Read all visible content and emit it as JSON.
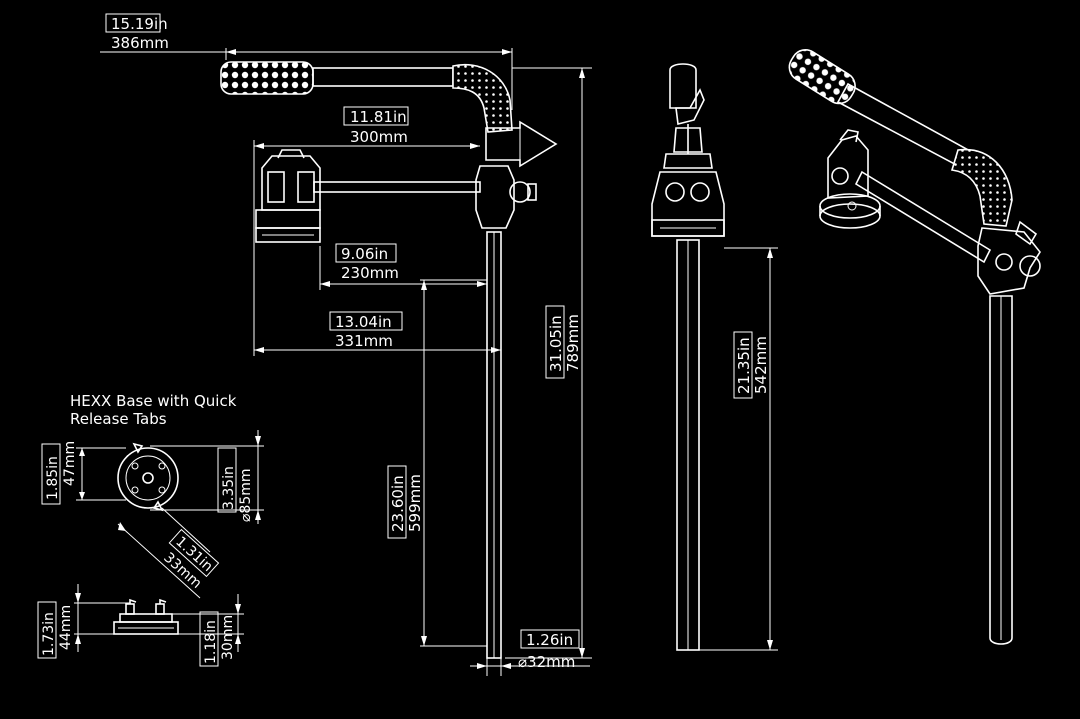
{
  "dimensions": {
    "overall_width": {
      "in": "15.19in",
      "mm": "386mm"
    },
    "head_reach": {
      "in": "11.81in",
      "mm": "300mm"
    },
    "base_to_pole": {
      "in": "9.06in",
      "mm": "230mm"
    },
    "base_width_total": {
      "in": "13.04in",
      "mm": "331mm"
    },
    "overall_height": {
      "in": "31.05in",
      "mm": "789mm"
    },
    "pole_length": {
      "in": "23.60in",
      "mm": "599mm"
    },
    "pole_diameter": {
      "in": "1.26in",
      "mm": "⌀32mm"
    },
    "front_pole_height": {
      "in": "21.35in",
      "mm": "542mm"
    }
  },
  "hexx_base": {
    "title_line1": "HEXX Base with Quick",
    "title_line2": "Release Tabs",
    "top_height": {
      "in": "1.85in",
      "mm": "47mm"
    },
    "diameter": {
      "in": "3.35in",
      "mm": "⌀85mm"
    },
    "tab_offset": {
      "in": "1.31in",
      "mm": "33mm"
    },
    "side_height": {
      "in": "1.73in",
      "mm": "44mm"
    },
    "base_height": {
      "in": "1.18in",
      "mm": "30mm"
    }
  }
}
